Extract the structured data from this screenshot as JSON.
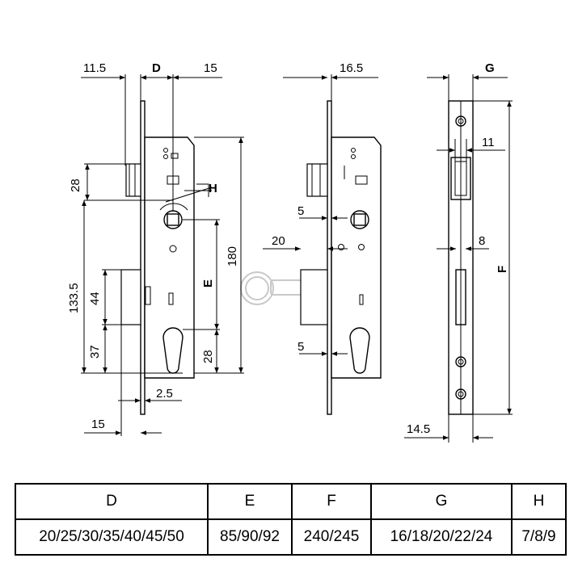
{
  "drawing": {
    "left_view": {
      "dims": {
        "backset_offset": "11.5",
        "backset": "D",
        "faceplate_offset": "15",
        "latch_height": "28",
        "latch_to_cylinder": "133.5",
        "deadbolt_height": "44",
        "cylinder_to_bottom": "37",
        "faceplate_thickness": "2.5",
        "bolt_projection": "15",
        "height": "180",
        "center_distance": "E",
        "cylinder_below": "28",
        "handle_angle": "H"
      }
    },
    "middle_view": {
      "dims": {
        "top_offset": "16.5",
        "latch_step": "5",
        "bolt_offset": "20",
        "bolt_step": "5"
      }
    },
    "right_view": {
      "dims": {
        "faceplate_width": "G",
        "latch_width": "11",
        "bolt_width": "8",
        "faceplate_length": "F",
        "bottom_width": "14.5"
      }
    }
  },
  "table": {
    "headers": [
      "D",
      "E",
      "F",
      "G",
      "H"
    ],
    "values": [
      "20/25/30/35/40/45/50",
      "85/90/92",
      "240/245",
      "16/18/20/22/24",
      "7/8/9"
    ]
  }
}
